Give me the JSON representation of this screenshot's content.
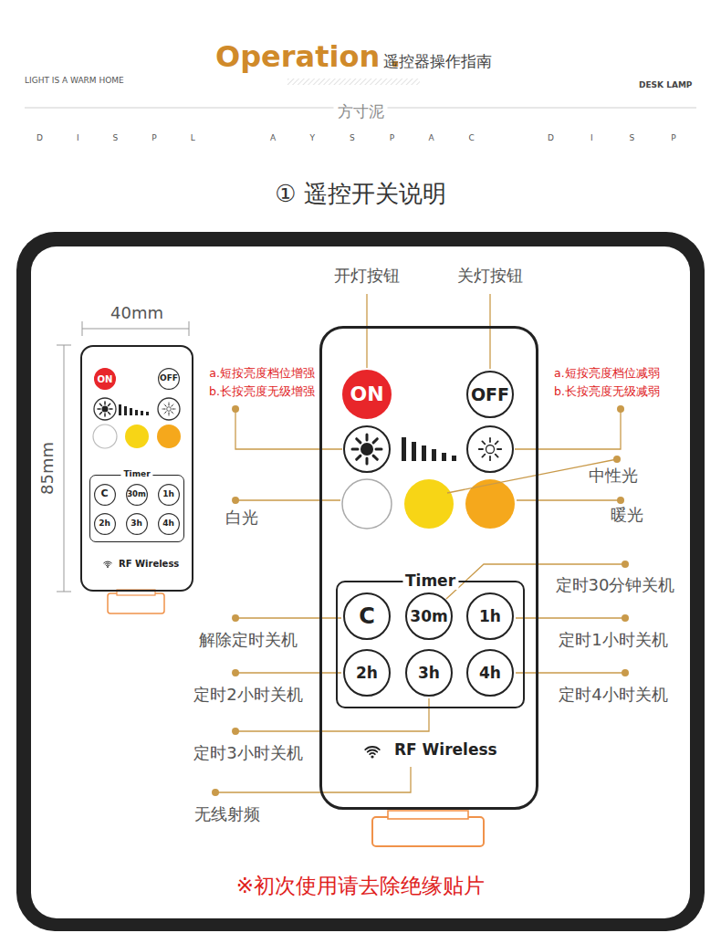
{
  "diagram": {
    "nodes": [
      {
        "text": [
          "RF Wireless"
        ]
      },
      {
        "text": [
          "ON"
        ],
        "in": 0
      },
      {
        "text": [
          "OFF"
        ],
        "in": 0
      },
      {
        "text": [
          "Timer"
        ],
        "in": 0
      },
      {
        "text": [
          "C"
        ],
        "in": 3
      },
      {
        "text": [
          "30m"
        ],
        "in": 3
      },
      {
        "text": [
          "1h"
        ],
        "in": 3
      },
      {
        "text": [
          "2h"
        ],
        "in": 3
      },
      {
        "text": [
          "3h"
        ],
        "in": 3
      },
      {
        "text": [
          "4h"
        ],
        "in": 3
      },
      {
        "text": [
          "RF Wireless"
        ]
      },
      {
        "text": [
          "ON"
        ],
        "in": 10
      },
      {
        "text": [
          "OFF"
        ],
        "in": 10
      },
      {
        "text": [
          "Timer"
        ],
        "in": 10
      },
      {
        "text": [
          "C"
        ],
        "in": 13
      },
      {
        "text": [
          "30m"
        ],
        "in": 13
      },
      {
        "text": [
          "1h"
        ],
        "in": 13
      },
      {
        "text": [
          "2h"
        ],
        "in": 13
      },
      {
        "text": [
          "3h"
        ],
        "in": 13
      },
      {
        "text": [
          "4h"
        ],
        "in": 13
      }
    ],
    "labels": [
      "Operation .",
      "遥控器操作指南",
      "LIGHT IS A WARM HOME",
      "DESK LAMP",
      "方寸泥",
      "DISPL",
      "AYSPAC",
      "DISP",
      "① 遥控开关说明",
      "40mm",
      "85mm",
      "开灯按钮",
      "关灯按钮",
      "a.短按亮度档位增强",
      "b.长按亮度无级增强",
      "a.短按亮度档位减弱",
      "b.长按亮度无级减弱",
      "中性光",
      "白光",
      "暖光",
      "定时30分钟关机",
      "解除定时关机",
      "定时1小时关机",
      "定时2小时关机",
      "定时4小时关机",
      "定时3小时关机",
      "无线射频",
      "※初次使用请去除绝缘贴片"
    ]
  }
}
